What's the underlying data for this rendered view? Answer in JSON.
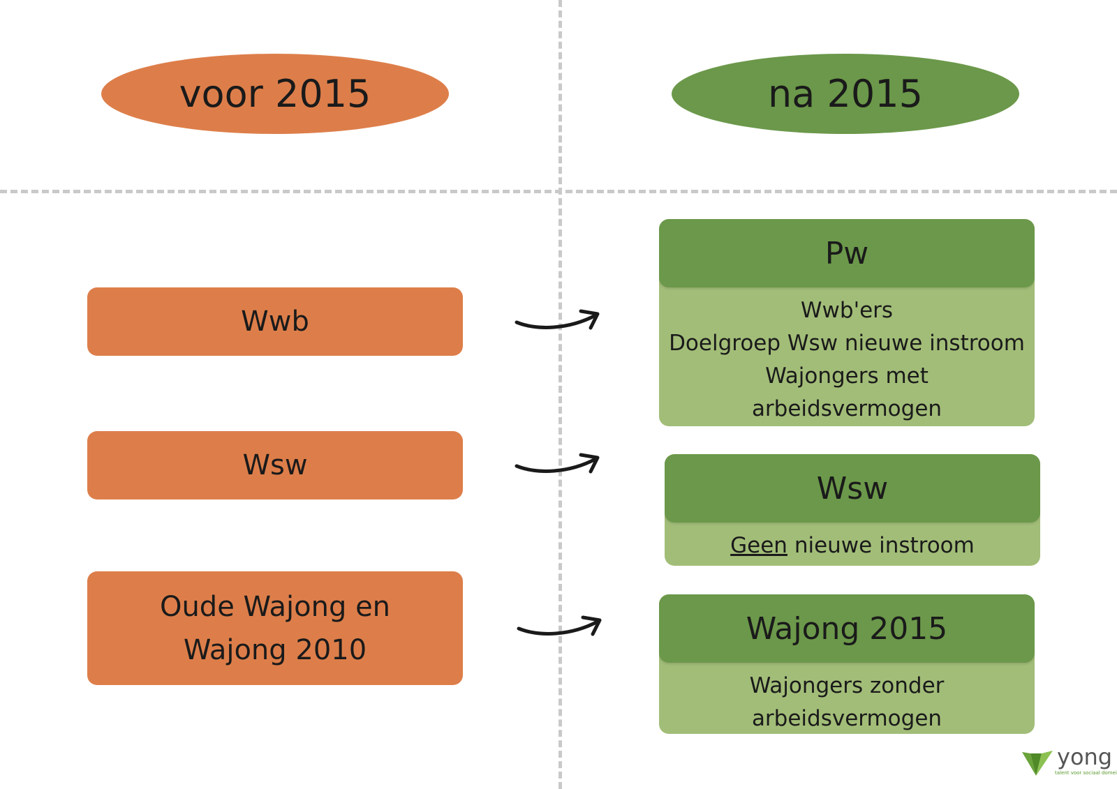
{
  "header": {
    "left_label": "voor 2015",
    "right_label": "na 2015"
  },
  "before": [
    {
      "lines": [
        "Wwb"
      ]
    },
    {
      "lines": [
        "Wsw"
      ]
    },
    {
      "lines": [
        "Oude Wajong en",
        "Wajong 2010"
      ]
    }
  ],
  "after": [
    {
      "title": "Pw",
      "lines": [
        "Wwb'ers",
        "Doelgroep Wsw nieuwe instroom",
        "Wajongers met",
        "arbeidsvermogen"
      ]
    },
    {
      "title": "Wsw",
      "underlined": "Geen",
      "rest": " nieuwe instroom"
    },
    {
      "title": "Wajong 2015",
      "lines": [
        "Wajongers zonder",
        "arbeidsvermogen"
      ]
    }
  ],
  "logo": {
    "word": "yong",
    "tagline": "talent voor sociaal domein"
  },
  "colors": {
    "orange": "#dd7e4a",
    "green_dark": "#6b984a",
    "green_light": "#a2bd78",
    "divider": "#c9c9c9"
  }
}
